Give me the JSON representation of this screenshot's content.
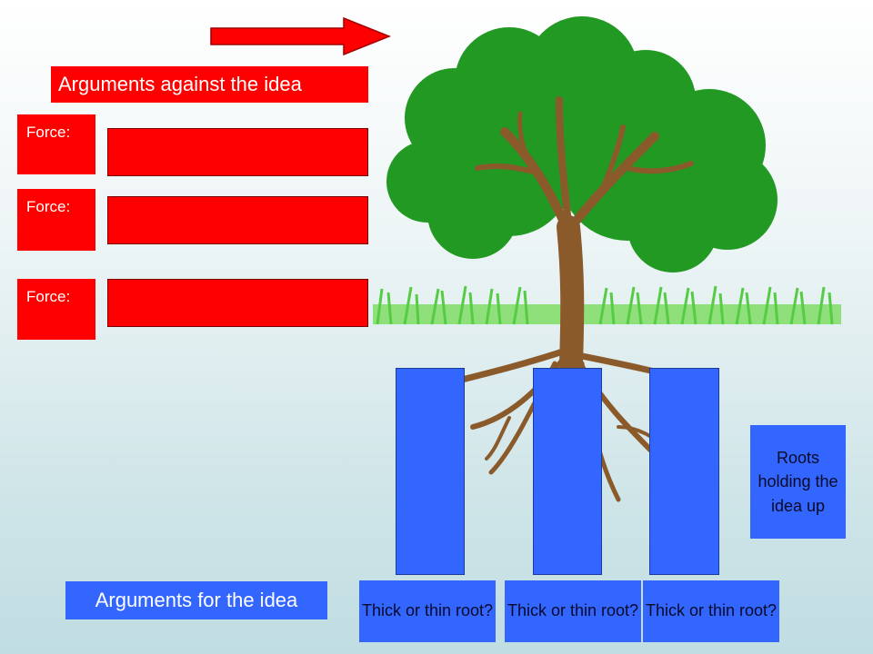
{
  "against": {
    "title": "Arguments against the idea",
    "forces": [
      {
        "label": "Force:"
      },
      {
        "label": "Force:"
      },
      {
        "label": "Force:"
      }
    ]
  },
  "for_idea": {
    "title": "Arguments for the idea"
  },
  "roots": {
    "captions": [
      "Thick or thin root?",
      "Thick or thin root?",
      "Thick or thin root?"
    ],
    "note": "Roots holding the idea up"
  },
  "colors": {
    "red": "#ff0000",
    "blue": "#3366ff",
    "foliage": "#229922",
    "trunk": "#8b5a2b",
    "grass": "#55cc44"
  },
  "icons": {
    "arrow": "right-arrow-icon",
    "tree": "tree-icon",
    "grass": "grass-icon"
  }
}
